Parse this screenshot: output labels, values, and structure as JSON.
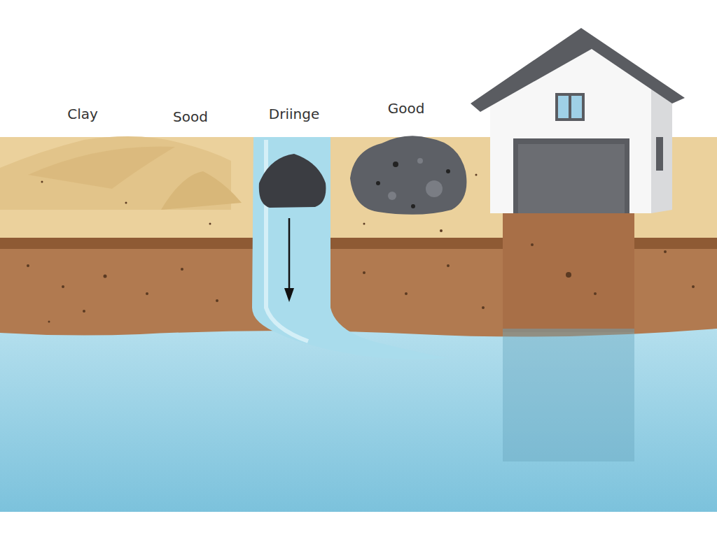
{
  "diagram": {
    "labels": [
      "Clay",
      "Sood",
      "Driinge",
      "Good"
    ]
  }
}
